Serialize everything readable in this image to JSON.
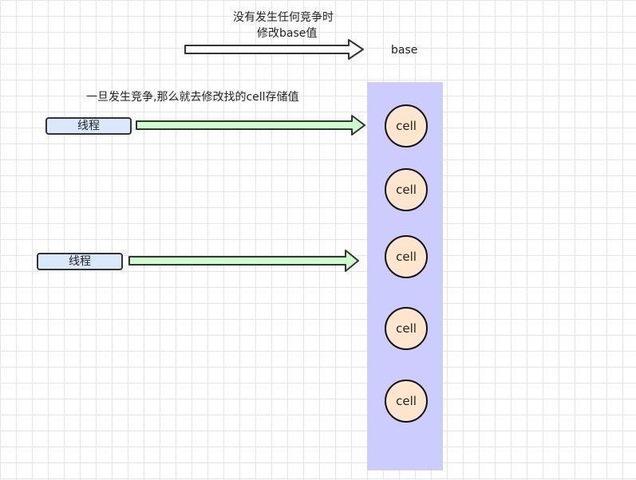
{
  "annotations": {
    "no_contention_line1": "没有发生任何竞争时",
    "no_contention_line2": "修改base值",
    "contention": "一旦发生竞争,那么就去修改找的cell存储值"
  },
  "base": {
    "label": "base"
  },
  "threads": [
    {
      "label": "线程"
    },
    {
      "label": "线程"
    }
  ],
  "cells": [
    {
      "label": "cell"
    },
    {
      "label": "cell"
    },
    {
      "label": "cell"
    },
    {
      "label": "cell"
    },
    {
      "label": "cell"
    }
  ],
  "colors": {
    "cell_column": "#ccccff",
    "cell_fill": "#ffe6cc",
    "thread_fill": "#dae8fc",
    "contention_arrow_fill": "#ccffcc",
    "base_arrow_fill": "#ffffff"
  }
}
